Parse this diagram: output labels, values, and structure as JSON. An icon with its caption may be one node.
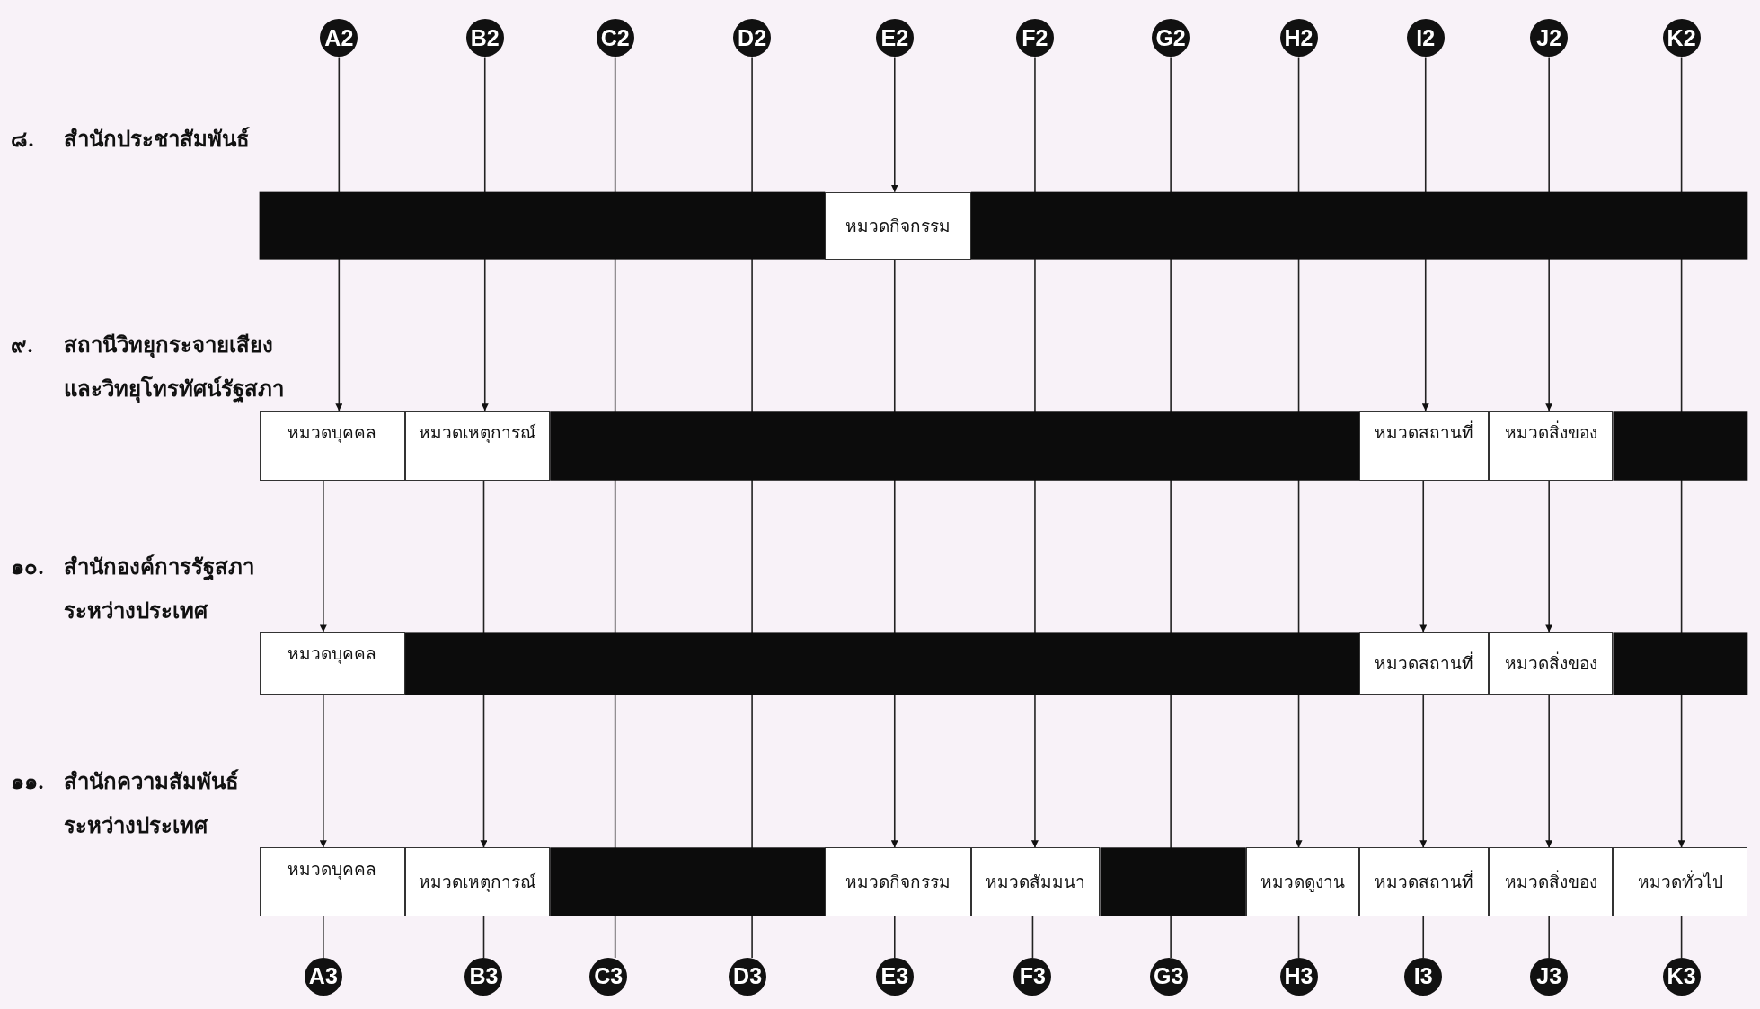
{
  "diagram": {
    "nodes": [
      {
        "text": [
          "A2"
        ]
      },
      {
        "text": [
          "B2"
        ]
      },
      {
        "text": [
          "C2"
        ]
      },
      {
        "text": [
          "D2"
        ]
      },
      {
        "text": [
          "E2"
        ]
      },
      {
        "text": [
          "F2"
        ]
      },
      {
        "text": [
          "G2"
        ]
      },
      {
        "text": [
          "H2"
        ]
      },
      {
        "text": [
          "I2"
        ]
      },
      {
        "text": [
          "J2"
        ]
      },
      {
        "text": [
          "K2"
        ]
      },
      {
        "text": [
          "หมวดกิจกรรม"
        ]
      },
      {
        "text": [
          "หมวดบุคคล"
        ]
      },
      {
        "text": [
          "หมวดเหตุการณ์"
        ]
      },
      {
        "text": [
          "หมวดสถานที่"
        ]
      },
      {
        "text": [
          "หมวดสิ่งของ"
        ]
      },
      {
        "text": [
          "หมวดบุคคล"
        ]
      },
      {
        "text": [
          "หมวดสถานที่"
        ]
      },
      {
        "text": [
          "หมวดสิ่งของ"
        ]
      },
      {
        "text": [
          "หมวดบุคคล"
        ]
      },
      {
        "text": [
          "หมวดเหตุการณ์"
        ]
      },
      {
        "text": [
          "หมวดกิจกรรม"
        ]
      },
      {
        "text": [
          "หมวดสัมมนา"
        ]
      },
      {
        "text": [
          "หมวดดูงาน"
        ]
      },
      {
        "text": [
          "หมวดสถานที่"
        ]
      },
      {
        "text": [
          "หมวดสิ่งของ"
        ]
      },
      {
        "text": [
          "หมวดทั่วไป"
        ]
      },
      {
        "text": [
          "A3"
        ]
      },
      {
        "text": [
          "B3"
        ]
      },
      {
        "text": [
          "C3"
        ]
      },
      {
        "text": [
          "D3"
        ]
      },
      {
        "text": [
          "E3"
        ]
      },
      {
        "text": [
          "F3"
        ]
      },
      {
        "text": [
          "G3"
        ]
      },
      {
        "text": [
          "H3"
        ]
      },
      {
        "text": [
          "I3"
        ]
      },
      {
        "text": [
          "J3"
        ]
      },
      {
        "text": [
          "K3"
        ]
      }
    ],
    "edges": [
      {
        "from": 0,
        "to": 12,
        "arrow": "to"
      },
      {
        "from": 12,
        "to": 16,
        "arrow": "to"
      },
      {
        "from": 16,
        "to": 19,
        "arrow": "to"
      },
      {
        "from": 19,
        "to": 27,
        "arrow": "none"
      },
      {
        "from": 1,
        "to": 13,
        "arrow": "to"
      },
      {
        "from": 13,
        "to": 20,
        "arrow": "to"
      },
      {
        "from": 20,
        "to": 28,
        "arrow": "none"
      },
      {
        "from": 2,
        "to": 29,
        "arrow": "none"
      },
      {
        "from": 3,
        "to": 30,
        "arrow": "none"
      },
      {
        "from": 4,
        "to": 11,
        "arrow": "to"
      },
      {
        "from": 11,
        "to": 21,
        "arrow": "to"
      },
      {
        "from": 21,
        "to": 31,
        "arrow": "none"
      },
      {
        "from": 5,
        "to": 22,
        "arrow": "to"
      },
      {
        "from": 22,
        "to": 32,
        "arrow": "none"
      },
      {
        "from": 6,
        "to": 33,
        "arrow": "none"
      },
      {
        "from": 7,
        "to": 23,
        "arrow": "to"
      },
      {
        "from": 23,
        "to": 34,
        "arrow": "none"
      },
      {
        "from": 8,
        "to": 14,
        "arrow": "to"
      },
      {
        "from": 14,
        "to": 17,
        "arrow": "to"
      },
      {
        "from": 17,
        "to": 24,
        "arrow": "to"
      },
      {
        "from": 24,
        "to": 35,
        "arrow": "none"
      },
      {
        "from": 9,
        "to": 15,
        "arrow": "to"
      },
      {
        "from": 15,
        "to": 18,
        "arrow": "to"
      },
      {
        "from": 18,
        "to": 25,
        "arrow": "to"
      },
      {
        "from": 25,
        "to": 36,
        "arrow": "none"
      },
      {
        "from": 10,
        "to": 26,
        "arrow": "to"
      },
      {
        "from": 26,
        "to": 37,
        "arrow": "none"
      }
    ],
    "labels": [
      "๘.",
      "สำนักประชาสัมพันธ์",
      "๙.",
      "สถานีวิทยุกระจายเสียงและวิทยุโทรทัศน์รัฐสภา",
      "๑๐.",
      "สำนักองค์การรัฐสภาระหว่างประเทศ",
      "๑๑.",
      "สำนักความสัมพันธ์ระหว่างประเทศ"
    ]
  }
}
